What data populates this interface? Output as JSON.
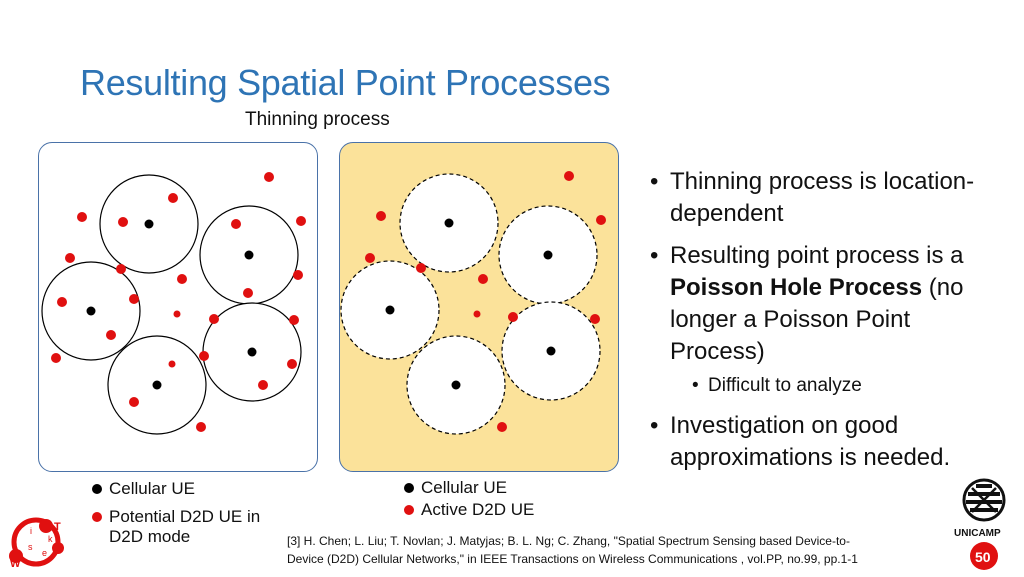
{
  "slide": {
    "title": "Resulting Spatial Point Processes",
    "subtitle": "Thinning process"
  },
  "legend_left": {
    "cellular_label": "Cellular UE",
    "d2d_label_line1": "Potential D2D UE in",
    "d2d_label_line2": "D2D mode"
  },
  "legend_right": {
    "cellular_label": "Cellular UE",
    "active_label": "Active D2D UE"
  },
  "bullets": {
    "b1_line1": "Thinning process is location-",
    "b1_line2": "dependent",
    "b2_line1": "Resulting point process is a",
    "b2_bold": "Poisson Hole Process",
    "b2_after_bold": " (no",
    "b2_line3": "longer a Poisson Point",
    "b2_line4": "Process)",
    "sub1": "Difficult to analyze",
    "b3_line1": "Investigation on good",
    "b3_line2": "approximations is needed."
  },
  "reference": {
    "line1": "[3] H. Chen; L. Liu; T. Novlan; J. Matyjas; B. L. Ng; C. Zhang, \"Spatial Spectrum Sensing based Device-to-",
    "line2": "Device (D2D) Cellular Networks,\" in IEEE Transactions on Wireless Communications , vol.PP, no.99, pp.1-1"
  },
  "logos": {
    "left_letters": [
      "T",
      "W",
      "i",
      "s",
      "e",
      "k"
    ],
    "right_name": "UNICAMP",
    "right_badge": "50"
  },
  "colors": {
    "title_blue": "#2e74b5",
    "panel_border": "#4a72a8",
    "panel_yellow": "#fbe29a",
    "red_dot": "#e01010",
    "black_dot": "#000000"
  }
}
